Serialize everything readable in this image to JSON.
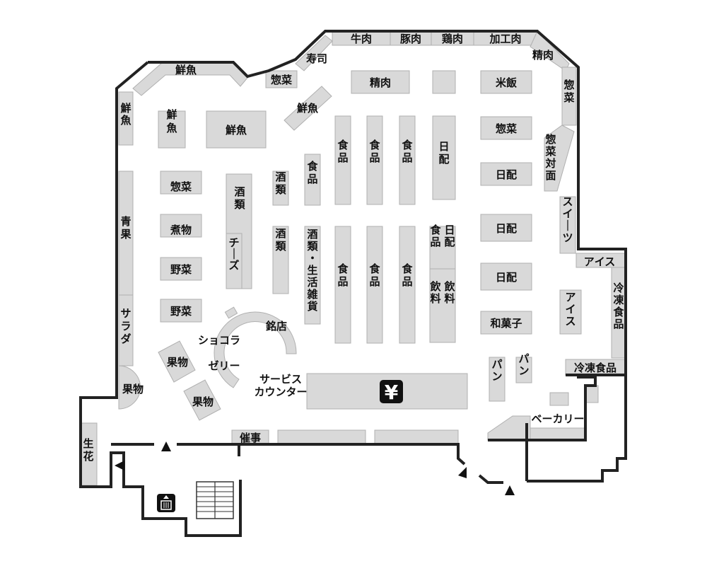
{
  "sections": {
    "gyuniku": "牛肉",
    "butaniku": "豚肉",
    "toriniku": "鶏肉",
    "kakoniku": "加工肉",
    "seiniku_corner": "精肉",
    "sushi": "寿司",
    "sozai_top": "惣菜",
    "sengyo_top": "鮮魚",
    "sengyo_left": "鮮魚",
    "sengyo_island1": "鮮魚",
    "sengyo_island2": "鮮魚",
    "sengyo_diag": "鮮魚",
    "seiniku_island": "精肉",
    "beihan": "米飯",
    "sozai_right": "惣菜",
    "sozai_east": "惣菜",
    "sozai_taimen": "惣菜対面",
    "sweets": "スイーツ",
    "ice_wall": "アイス",
    "reito_wall": "冷凍食品",
    "ice_island": "アイス",
    "nichihai_mid": "日配",
    "nichihai_r1": "日配",
    "nichihai_r2": "日配",
    "nichihai_r3": "日配",
    "shokuhin_nichihai_a": "食品",
    "shokuhin_nichihai_b": "日配",
    "inryo_a": "飲料",
    "inryo_b": "飲料",
    "wagashi": "和菓子",
    "pan1": "パン",
    "pan2": "パン",
    "reito_bottom": "冷凍食品",
    "bakery": "ベーカリー",
    "sozai_left": "惣菜",
    "nimono": "煮物",
    "yasai1": "野菜",
    "yasai2": "野菜",
    "seika": "青果",
    "salad": "サラダ",
    "kabutsu_wall": "果物",
    "kabutsu1": "果物",
    "kabutsu2": "果物",
    "seika_flower": "生花",
    "shurui1": "酒類",
    "shurui2": "酒類",
    "shurui3": "酒類",
    "cheese": "チーズ",
    "shurui_seikatsu": "酒類・生活雑貨",
    "shokuhin1": "食品",
    "shokuhin2": "食品",
    "shokuhin3": "食品",
    "shokuhin4": "食品",
    "shokuhin5": "食品",
    "shokuhin6": "食品",
    "shokuhin7": "食品",
    "meiten": "銘店",
    "chocolat": "ショコラ",
    "jelly": "ゼリー",
    "service_a": "サービス",
    "service_b": "カウンター",
    "saiji": "催事"
  },
  "icons": {
    "yen": "¥",
    "atm_icon": "yen-sign",
    "elevator_icon": "elevator"
  }
}
